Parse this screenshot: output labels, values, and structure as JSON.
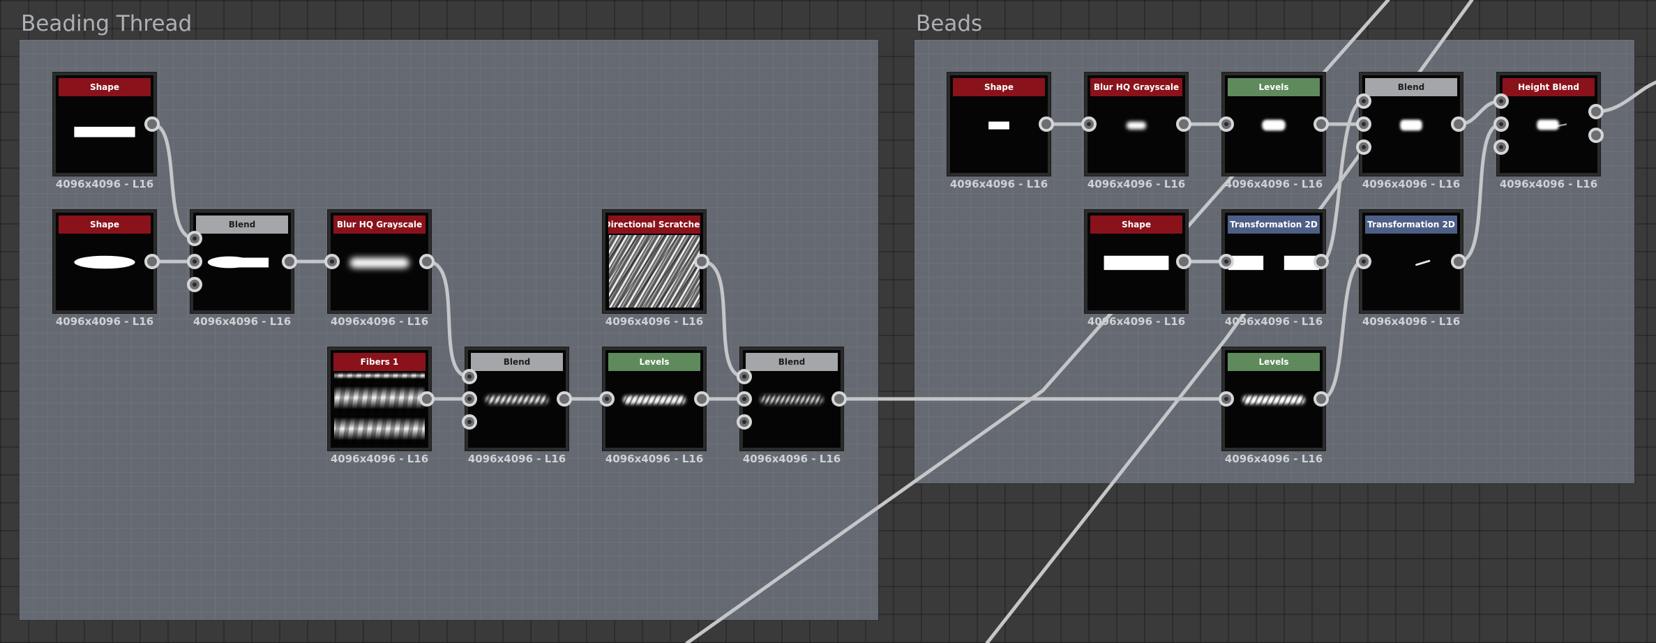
{
  "frames": [
    {
      "id": "beading-thread",
      "title": "Beading Thread"
    },
    {
      "id": "beads",
      "title": "Beads"
    }
  ],
  "nodes": [
    {
      "id": "shape-rect",
      "title": "Shape",
      "color": "red",
      "thumb": "rect",
      "resolution": "4096x4096 - L16"
    },
    {
      "id": "shape-ellipse",
      "title": "Shape",
      "color": "red",
      "thumb": "ellipse",
      "resolution": "4096x4096 - L16"
    },
    {
      "id": "blend-1",
      "title": "Blend",
      "color": "gray",
      "thumb": "capsule",
      "resolution": "4096x4096 - L16"
    },
    {
      "id": "blur-1",
      "title": "Blur HQ Grayscale",
      "color": "red",
      "thumb": "blur-wide",
      "resolution": "4096x4096 - L16"
    },
    {
      "id": "fibers",
      "title": "Fibers 1",
      "color": "red",
      "thumb": "fibers",
      "resolution": "4096x4096 - L16"
    },
    {
      "id": "blend-2",
      "title": "Blend",
      "color": "gray",
      "thumb": "thread",
      "resolution": "4096x4096 - L16"
    },
    {
      "id": "scratches",
      "title": "Directional Scratches",
      "color": "red",
      "thumb": "scratches",
      "resolution": "4096x4096 - L16"
    },
    {
      "id": "levels-1",
      "title": "Levels",
      "color": "green",
      "thumb": "thread-bright",
      "resolution": "4096x4096 - L16"
    },
    {
      "id": "blend-3",
      "title": "Blend",
      "color": "gray",
      "thumb": "thread",
      "resolution": "4096x4096 - L16"
    },
    {
      "id": "bead-shape",
      "title": "Shape",
      "color": "red",
      "thumb": "small-rect",
      "resolution": "4096x4096 - L16"
    },
    {
      "id": "bead-blur",
      "title": "Blur HQ Grayscale",
      "color": "red",
      "thumb": "small-blur",
      "resolution": "4096x4096 - L16"
    },
    {
      "id": "bead-levels",
      "title": "Levels",
      "color": "green",
      "thumb": "small-glow",
      "resolution": "4096x4096 - L16"
    },
    {
      "id": "bead-blend",
      "title": "Blend",
      "color": "gray",
      "thumb": "small-glow",
      "resolution": "4096x4096 - L16"
    },
    {
      "id": "height-blend",
      "title": "Height Blend",
      "color": "red",
      "thumb": "bead-on-thread",
      "resolution": "4096x4096 - L16"
    },
    {
      "id": "mask-shape",
      "title": "Shape",
      "color": "red",
      "thumb": "wide-rect",
      "resolution": "4096x4096 - L16"
    },
    {
      "id": "transform-1",
      "title": "Transformation 2D",
      "color": "blue",
      "thumb": "split-rect",
      "resolution": "4096x4096 - L16"
    },
    {
      "id": "transform-2",
      "title": "Transformation 2D",
      "color": "blue",
      "thumb": "tilted-line",
      "resolution": "4096x4096 - L16"
    },
    {
      "id": "bead-thread-levels",
      "title": "Levels",
      "color": "green",
      "thumb": "thread-bright",
      "resolution": "4096x4096 - L16"
    }
  ]
}
